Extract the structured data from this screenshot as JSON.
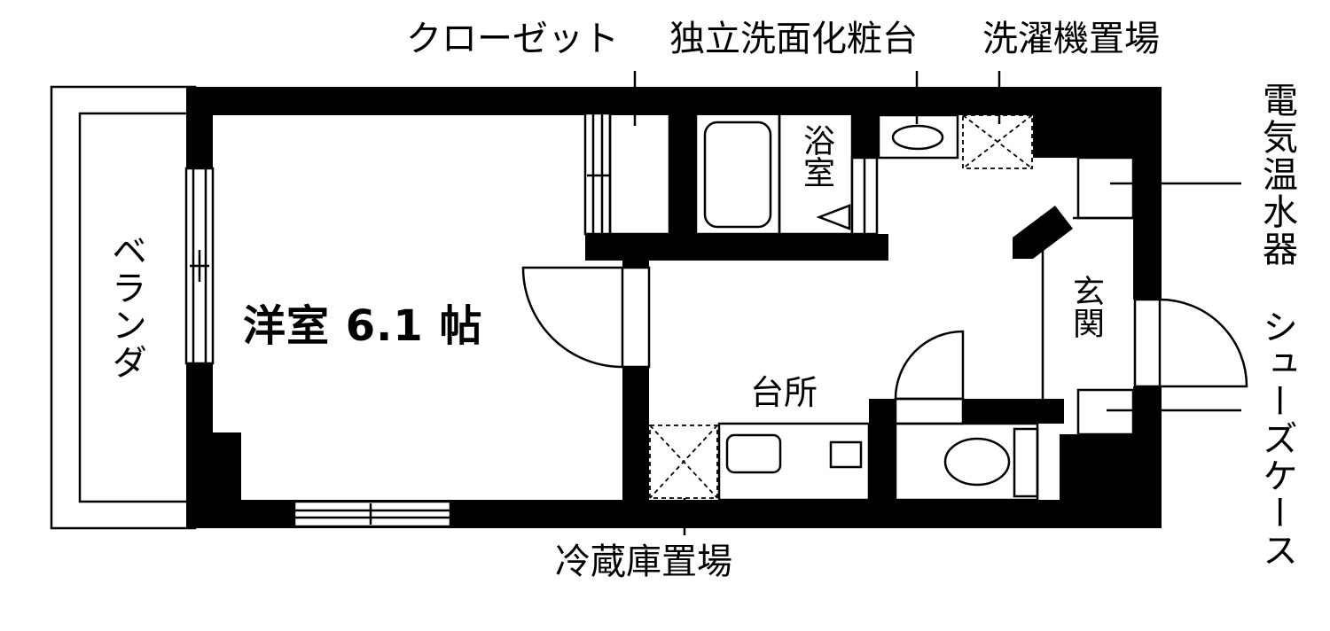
{
  "labels": {
    "closet": "クローゼット",
    "vanity": "独立洗面化粧台",
    "washer_space": "洗濯機置場",
    "water_heater": "電気温水器",
    "shoe_case": "シューズケース",
    "veranda": "ベランダ",
    "western_room": "洋室 6.1 帖",
    "bathroom": "浴室",
    "entrance": "玄関",
    "kitchen": "台所",
    "fridge_space": "冷蔵庫置場"
  }
}
